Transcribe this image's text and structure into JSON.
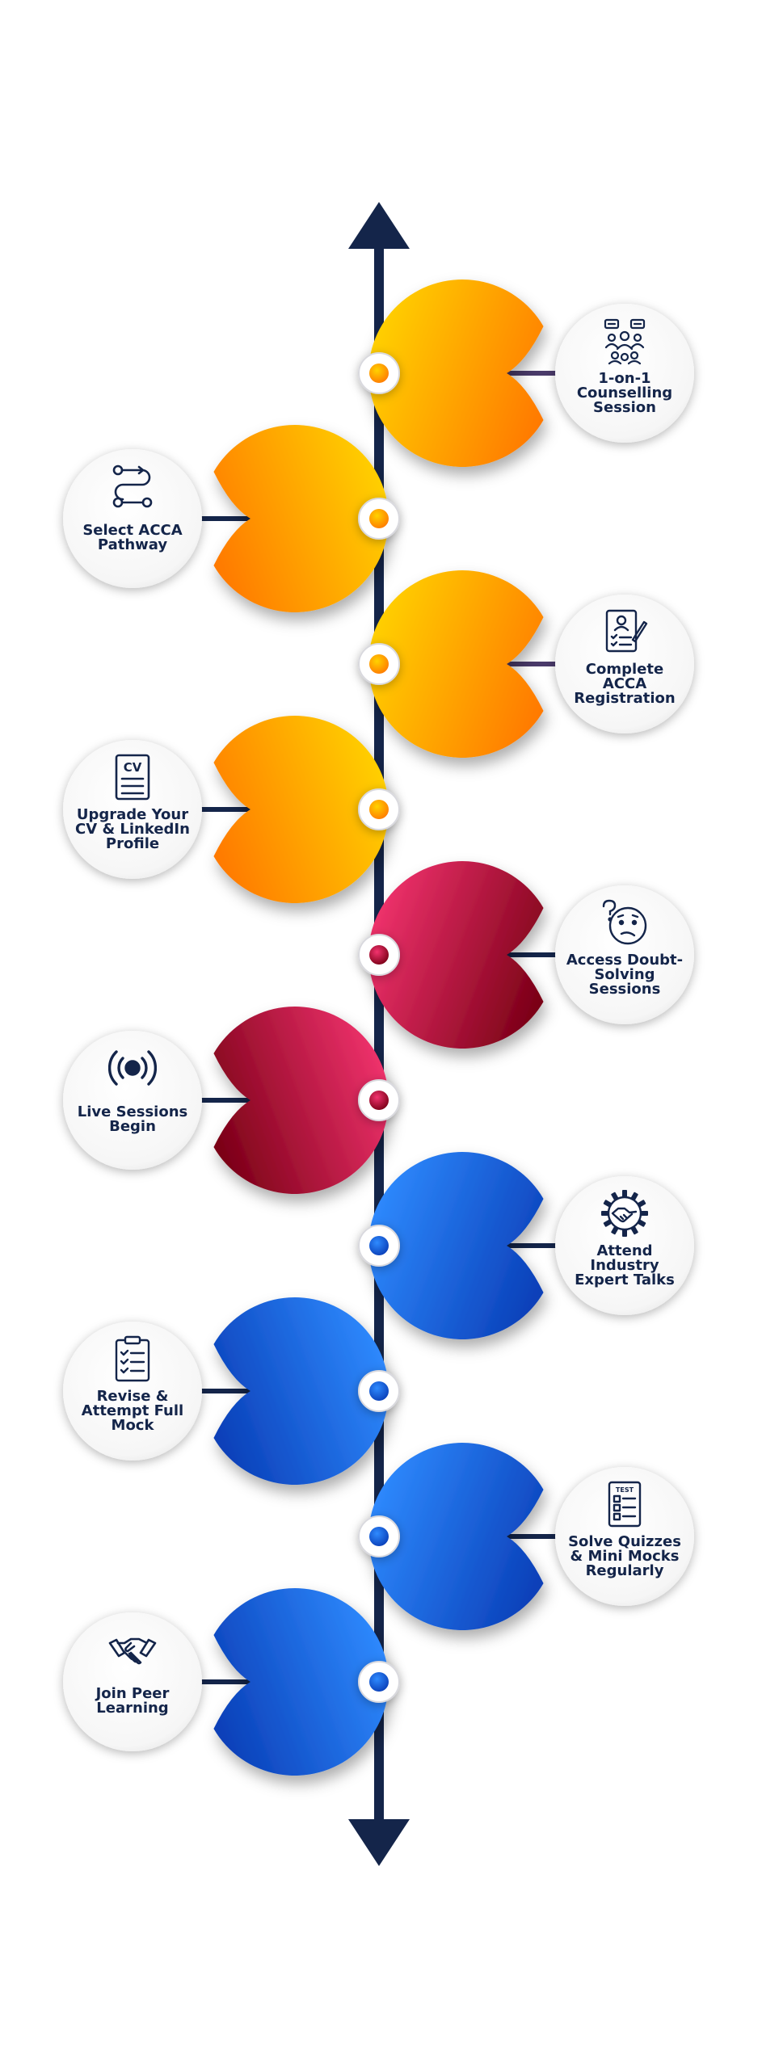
{
  "colors": {
    "axis": "#14254a",
    "orange_light": "#ffd200",
    "orange_dark": "#ff7a00",
    "red_light": "#f2336e",
    "red_dark": "#7a0016",
    "blue_light": "#2f8bff",
    "blue_dark": "#0a3fb8",
    "text": "#14254a"
  },
  "steps": [
    {
      "label": "1-on-1\nCounselling\nSession",
      "icon": "counselling-group-icon",
      "side": "right",
      "theme": "orange"
    },
    {
      "label": "Select ACCA\nPathway",
      "icon": "pathway-route-icon",
      "side": "left",
      "theme": "orange"
    },
    {
      "label": "Complete\nACCA\nRegistration",
      "icon": "registration-form-icon",
      "side": "right",
      "theme": "orange"
    },
    {
      "label": "Upgrade Your\nCV & LinkedIn\nProfile",
      "icon": "cv-document-icon",
      "icon_text": "CV",
      "side": "left",
      "theme": "orange"
    },
    {
      "label": "Access Doubt-\nSolving\nSessions",
      "icon": "confused-face-icon",
      "side": "right",
      "theme": "red"
    },
    {
      "label": "Live Sessions\nBegin",
      "icon": "live-broadcast-icon",
      "side": "left",
      "theme": "red"
    },
    {
      "label": "Attend\nIndustry\nExpert Talks",
      "icon": "gear-handshake-icon",
      "side": "right",
      "theme": "blue"
    },
    {
      "label": "Revise &\nAttempt Full\nMock",
      "icon": "checklist-clipboard-icon",
      "side": "left",
      "theme": "blue"
    },
    {
      "label": "Solve Quizzes\n& Mini Mocks\nRegularly",
      "icon": "test-sheet-icon",
      "icon_text": "TEST",
      "side": "right",
      "theme": "blue"
    },
    {
      "label": "Join Peer\nLearning",
      "icon": "handshake-icon",
      "side": "left",
      "theme": "blue"
    }
  ]
}
